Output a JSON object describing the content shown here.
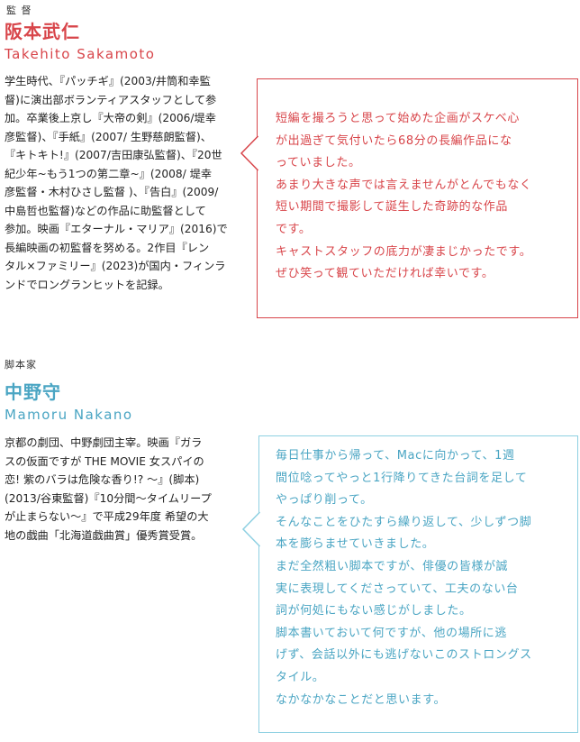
{
  "colors": {
    "director_accent": "#d8454a",
    "writer_accent": "#4aa5c3",
    "writer_box_border": "#8ed0e2",
    "director_box_border": "#d8454a"
  },
  "director": {
    "role": "監 督",
    "name_ja": "阪本武仁",
    "name_en": "Takehito Sakamoto",
    "bio": "学生時代、『パッチギ』(2003/井筒和幸監\n督)に演出部ボランティアスタッフとして参\n加。卒業後上京し『大帝の剣』(2006/堤幸\n彦監督)、『手紙』(2007/ 生野慈朗監督)、\n『キトキト!』(2007/吉田康弘監督)、『20世\n紀少年~もう1つの第二章~』(2008/ 堤幸\n彦監督・木村ひさし監督 )、『告白』(2009/\n中島哲也監督)などの作品に助監督として\n参加。映画『エターナル・マリア』(2016)で\n長編映画の初監督を努める。2作目『レン\nタル×ファミリー』(2023)が国内・フィンラ\nンドでロングランヒットを記録。",
    "quote": "短編を撮ろうと思って始めた企画がスケベ心\nが出過ぎて気付いたら68分の長編作品にな\nっていました。\nあまり大きな声では言えませんがとんでもなく\n短い期間で撮影して誕生した奇跡的な作品\nです。\nキャストスタッフの底力が凄まじかったです。\nぜひ笑って観ていただければ幸いです。"
  },
  "writer": {
    "role": "脚本家",
    "name_ja": "中野守",
    "name_en": "Mamoru Nakano",
    "bio": "京都の劇団、中野劇団主宰。映画『ガラ\nスの仮面ですが THE MOVIE 女スパイの\n恋! 紫のバラは危険な香り!? ～』(脚本)\n(2013/谷東監督)『10分間～タイムリープ\nが止まらない～』で平成29年度 希望の大\n地の戯曲「北海道戯曲賞」優秀賞受賞。",
    "quote": "毎日仕事から帰って、Macに向かって、1週\n間位唸ってやっと1行降りてきた台詞を足して\nやっぱり削って。\nそんなことをひたすら繰り返して、少しずつ脚\n本を膨らませていきました。\nまだ全然粗い脚本ですが、俳優の皆様が誠\n実に表現してくださっていて、工夫のない台\n詞が何処にもない感じがしました。\n脚本書いておいて何ですが、他の場所に逃\nげず、会話以外にも逃げないこのストロングス\nタイル。\nなかなかなことだと思います。"
  }
}
